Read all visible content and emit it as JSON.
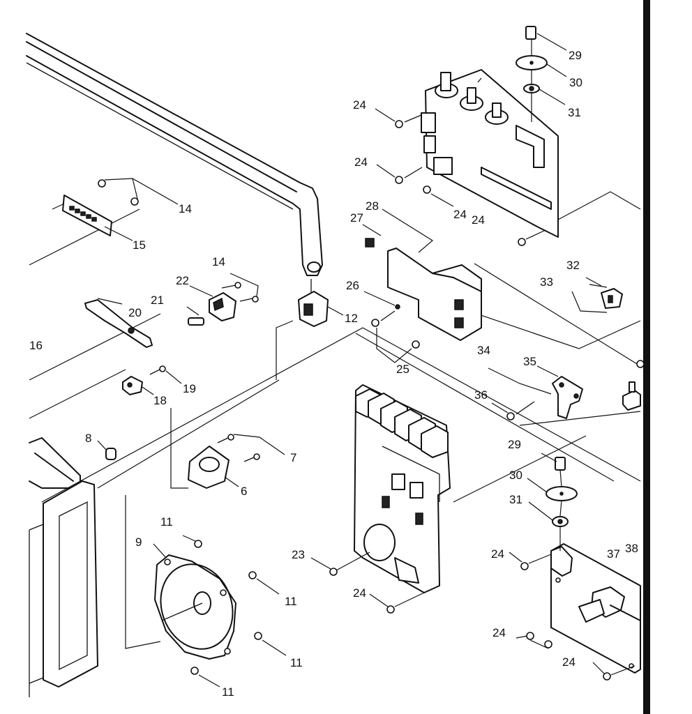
{
  "callouts": {
    "c6": "6",
    "c7": "7",
    "c8": "8",
    "c9": "9",
    "c11a": "11",
    "c11b": "11",
    "c11c": "11",
    "c11d": "11",
    "c12": "12",
    "c14a": "14",
    "c14b": "14",
    "c15": "15",
    "c16": "16",
    "c18": "18",
    "c19": "19",
    "c20": "20",
    "c21": "21",
    "c22": "22",
    "c23": "23",
    "c24a": "24",
    "c24b": "24",
    "c24c": "24",
    "c24d": "24",
    "c24e": "24",
    "c24f": "24",
    "c24g": "24",
    "c24h": "24",
    "c25": "25",
    "c26": "26",
    "c27": "27",
    "c28": "28",
    "c29a": "29",
    "c29b": "29",
    "c30a": "30",
    "c30b": "30",
    "c31a": "31",
    "c31b": "31",
    "c32": "32",
    "c33": "33",
    "c34": "34",
    "c35": "35",
    "c36": "36",
    "c37": "37",
    "c38": "38"
  }
}
